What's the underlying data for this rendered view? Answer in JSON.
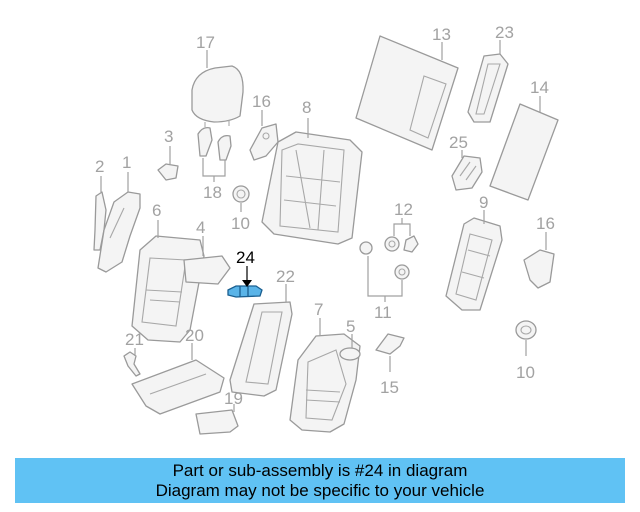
{
  "diagram": {
    "highlighted_part": "24",
    "callouts": {
      "c1": "1",
      "c2": "2",
      "c3": "3",
      "c4": "4",
      "c5": "5",
      "c6": "6",
      "c7": "7",
      "c8": "8",
      "c9": "9",
      "c10a": "10",
      "c10b": "10",
      "c11": "11",
      "c12": "12",
      "c13": "13",
      "c14": "14",
      "c15": "15",
      "c16a": "16",
      "c16b": "16",
      "c17": "17",
      "c18": "18",
      "c19": "19",
      "c20": "20",
      "c21": "21",
      "c22": "22",
      "c23": "23",
      "c24": "24",
      "c25": "25"
    }
  },
  "banner": {
    "line1": "Part or sub-assembly is #24 in diagram",
    "line2": "Diagram may not be specific to your vehicle"
  },
  "colors": {
    "banner_bg": "#60c2f4",
    "highlight_part": "#5ab4e8",
    "line_gray": "#9a9a9a"
  }
}
